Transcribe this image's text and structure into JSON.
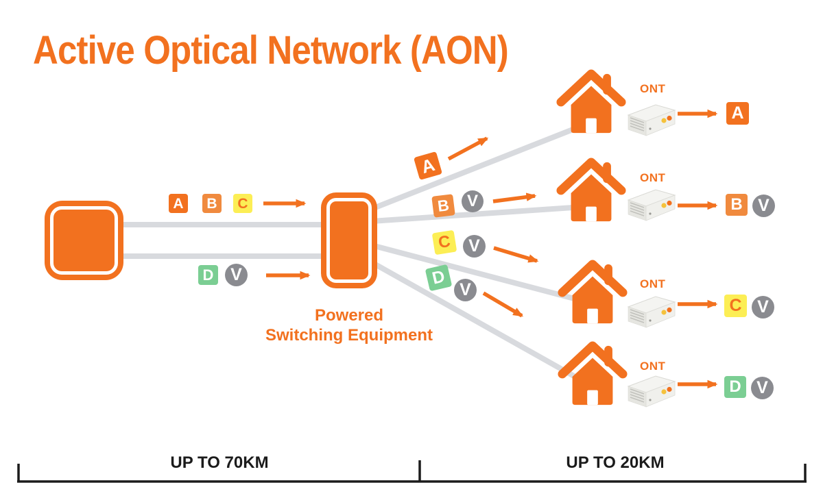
{
  "title": "Active Optical Network (AON)",
  "signals_in": {
    "row1": [
      "A",
      "B",
      "C"
    ],
    "row2": [
      "D",
      "V"
    ]
  },
  "switch": {
    "label": "Powered\nSwitching Equipment"
  },
  "fan": [
    [
      "A"
    ],
    [
      "B",
      "V"
    ],
    [
      "C",
      "V"
    ],
    [
      "D",
      "V"
    ]
  ],
  "homes": [
    {
      "device_label": "ONT",
      "outputs": [
        "A"
      ]
    },
    {
      "device_label": "ONT",
      "outputs": [
        "B",
        "V"
      ]
    },
    {
      "device_label": "ONT",
      "outputs": [
        "C",
        "V"
      ]
    },
    {
      "device_label": "ONT",
      "outputs": [
        "D",
        "V"
      ]
    }
  ],
  "ruler": {
    "left": "UP TO 70KM",
    "right": "UP TO 20KM"
  },
  "colors": {
    "primary_orange": "#F2711F",
    "light_orange": "#F08A3E",
    "yellow": "#FCEE55",
    "green": "#7BCE93",
    "gray_badge": "#8A8B90",
    "fiber_gray": "#D8DADE",
    "text_black": "#1B1B1B"
  }
}
